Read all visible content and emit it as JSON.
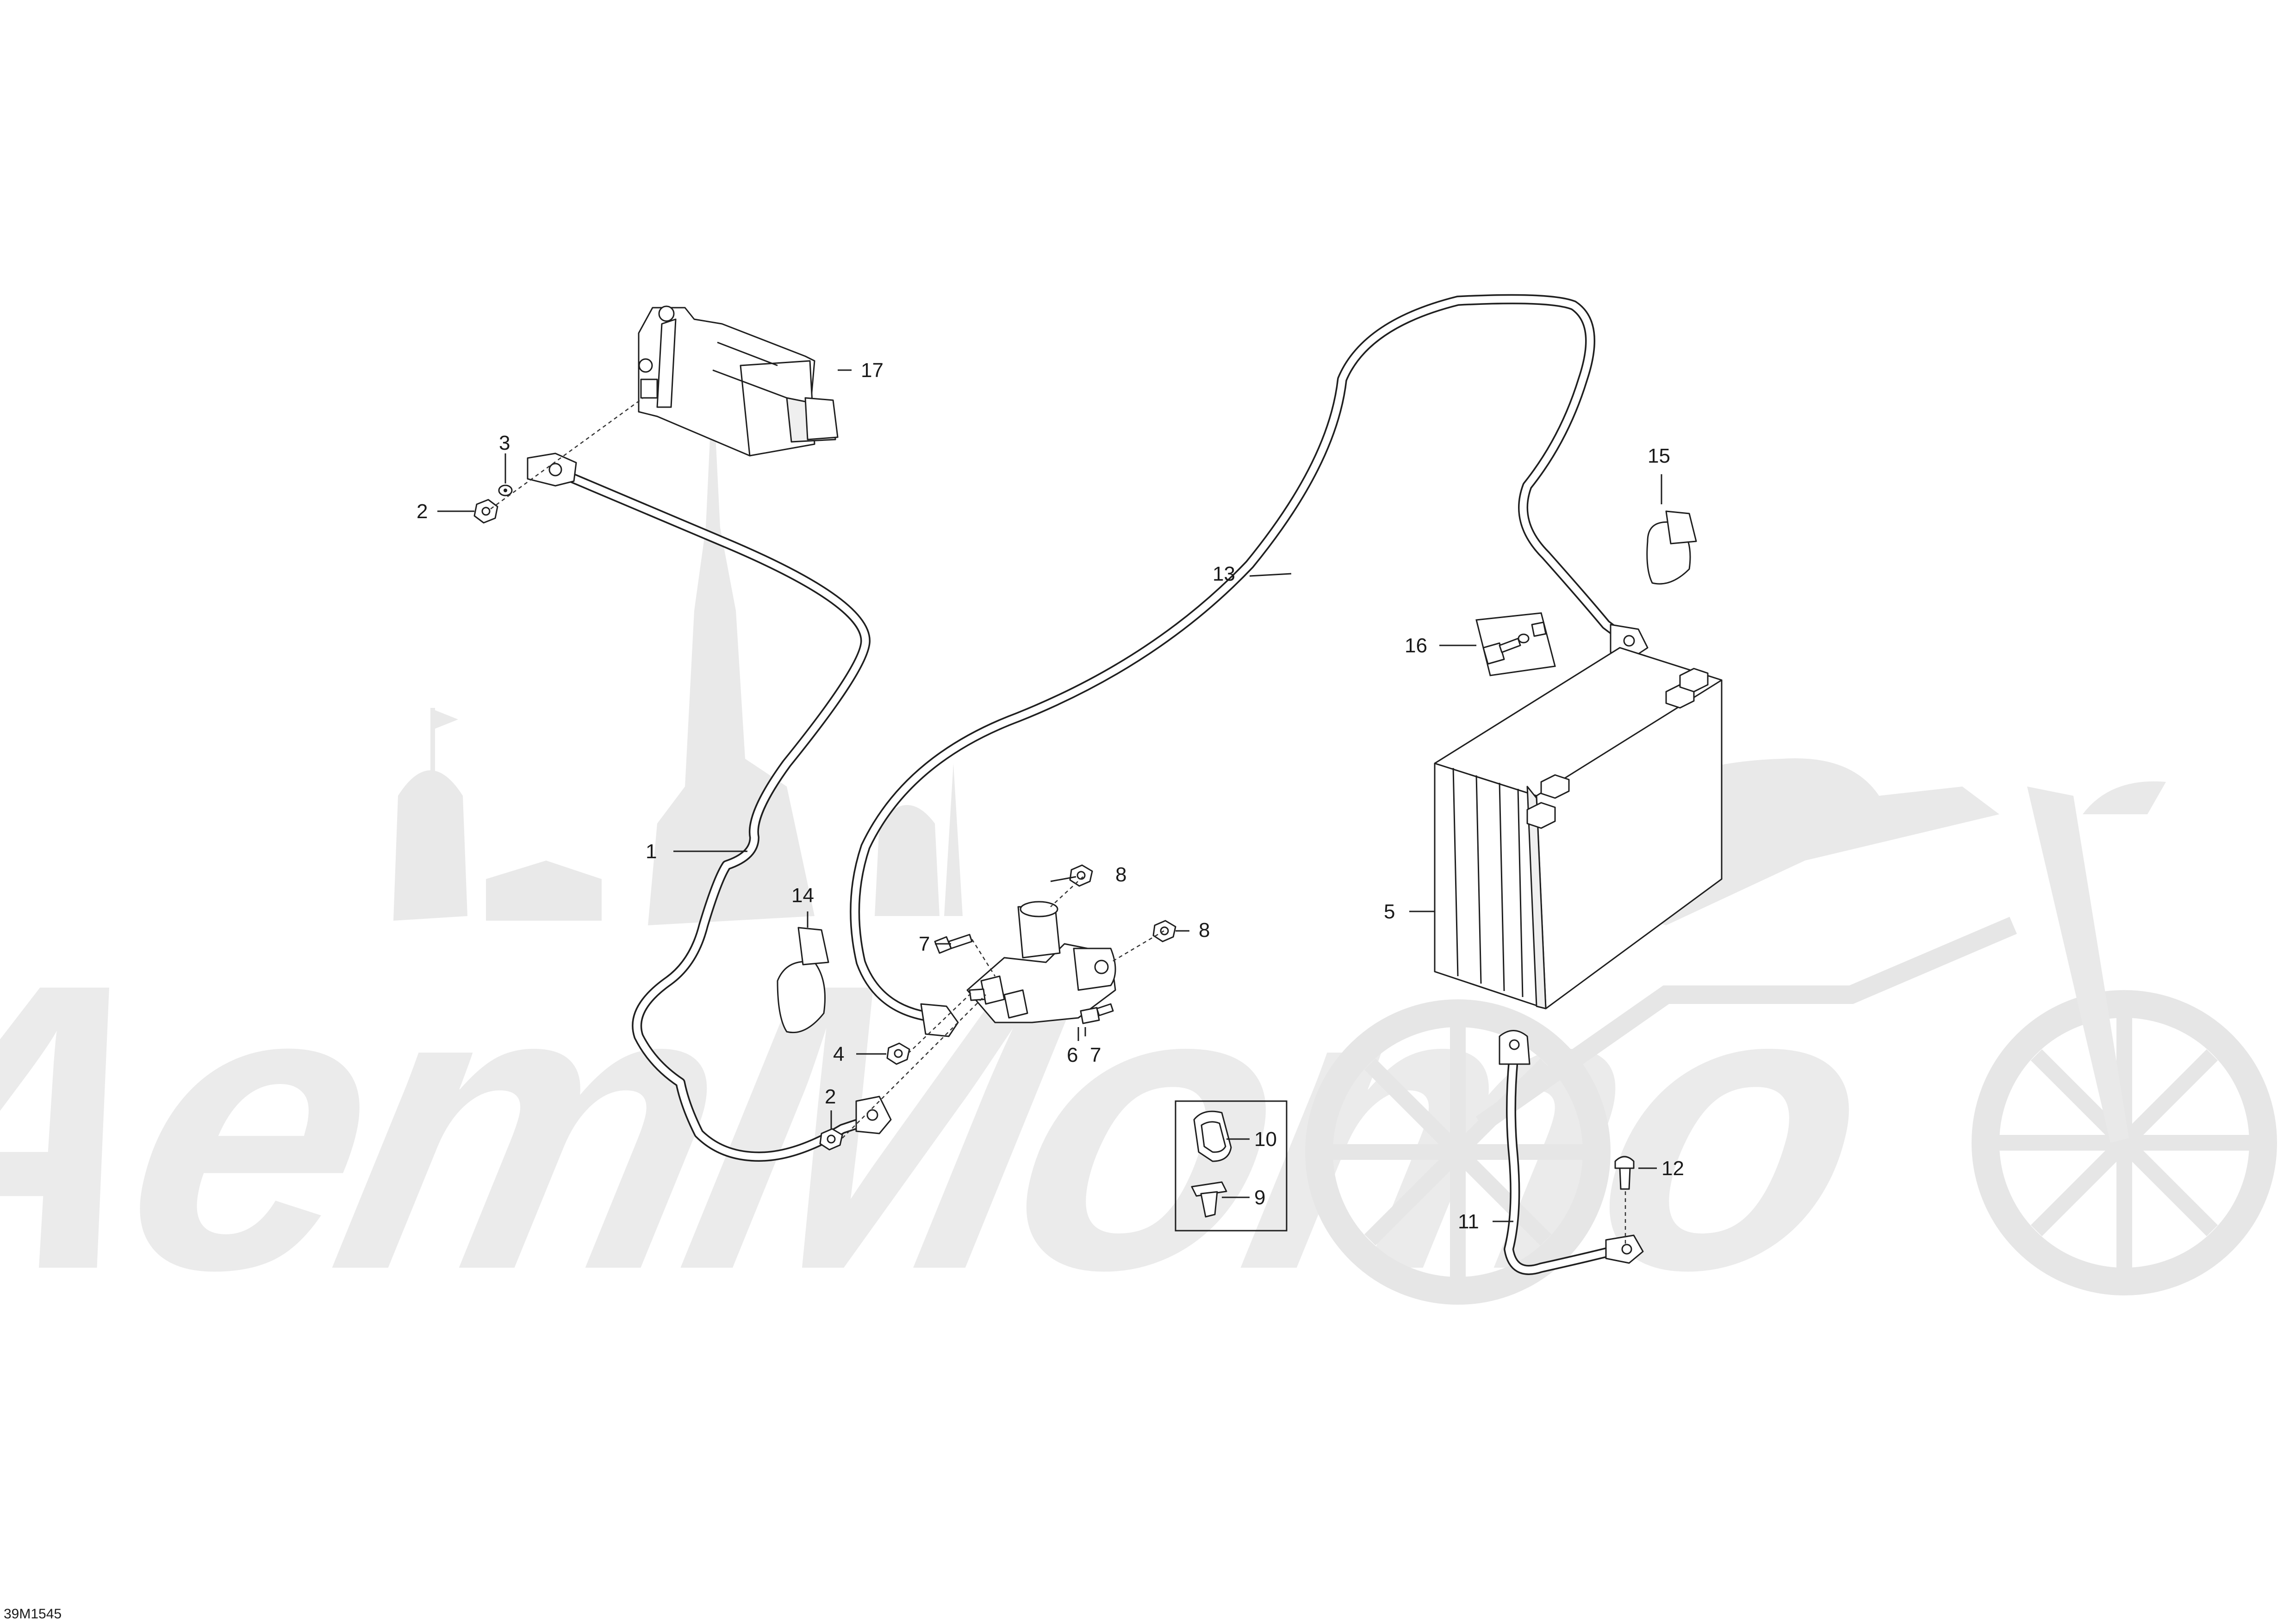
{
  "figure_code": "39M1545",
  "watermark": {
    "brand_text": "AeтMoтo"
  },
  "callouts": [
    {
      "num": "1"
    },
    {
      "num": "2"
    },
    {
      "num": "2"
    },
    {
      "num": "3"
    },
    {
      "num": "4"
    },
    {
      "num": "5"
    },
    {
      "num": "6"
    },
    {
      "num": "7"
    },
    {
      "num": "7"
    },
    {
      "num": "8"
    },
    {
      "num": "8"
    },
    {
      "num": "9"
    },
    {
      "num": "10"
    },
    {
      "num": "11"
    },
    {
      "num": "12"
    },
    {
      "num": "13"
    },
    {
      "num": "14"
    },
    {
      "num": "15"
    },
    {
      "num": "16"
    },
    {
      "num": "17"
    }
  ]
}
